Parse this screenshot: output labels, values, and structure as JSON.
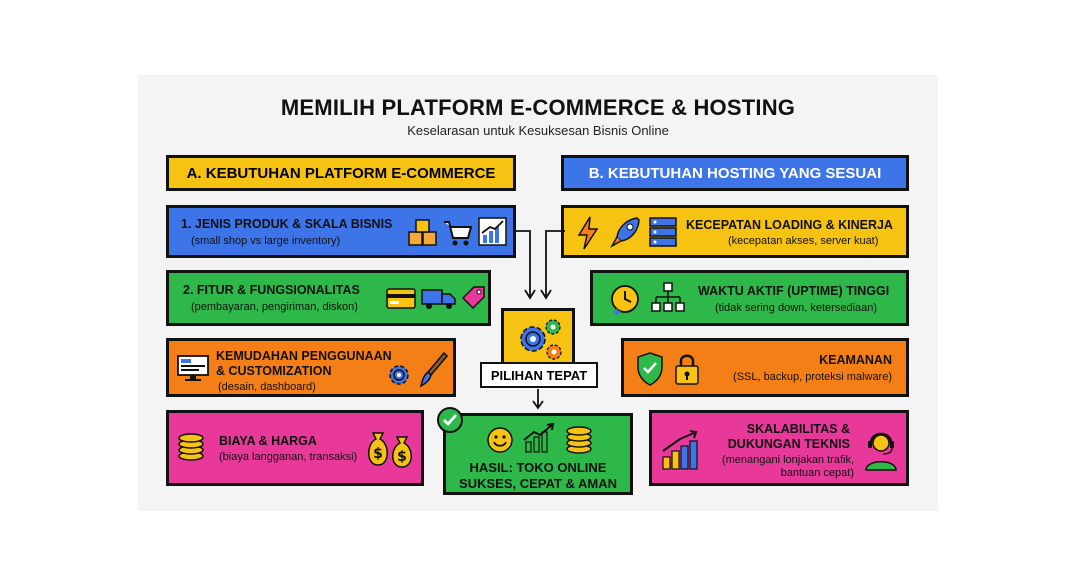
{
  "title": "MEMILIH PLATFORM E-COMMERCE & HOSTING",
  "subtitle": "Keselarasan untuk Kesuksesan Bisnis Online",
  "section_a": {
    "header": "A. KEBUTUHAN PLATFORM E-COMMERCE",
    "items": [
      {
        "title": "1. JENIS PRODUK & SKALA BISNIS",
        "desc": "(small shop vs large inventory)",
        "icons": [
          "boxes-icon",
          "cart-icon",
          "growth-chart-icon"
        ]
      },
      {
        "title": "2. FITUR & FUNGSIONALITAS",
        "desc": "(pembayaran, pengiriman, diskon)",
        "icons": [
          "credit-card-icon",
          "delivery-truck-icon",
          "price-tag-icon"
        ]
      },
      {
        "title": "KEMUDAHAN PENGGUNAAN & CUSTOMIZATION",
        "title_line1": "KEMUDAHAN PENGGUNAAN",
        "title_line2": "& CUSTOMIZATION",
        "desc": "(desain, dashboard)",
        "icons": [
          "monitor-icon",
          "gear-icon",
          "paintbrush-icon"
        ]
      },
      {
        "title": "BIAYA & HARGA",
        "desc": "(biaya langganan, transaksi)",
        "icons": [
          "coins-icon",
          "money-bag-icon"
        ]
      }
    ]
  },
  "section_b": {
    "header": "B. KEBUTUHAN HOSTING YANG SESUAI",
    "items": [
      {
        "title": "KECEPATAN LOADING & KINERJA",
        "desc": "(kecepatan akses, server kuat)",
        "icons": [
          "lightning-icon",
          "rocket-icon",
          "server-icon"
        ]
      },
      {
        "title": "WAKTU AKTIF (UPTIME) TINGGI",
        "desc": "(tidak sering down, ketersediaan)",
        "icons": [
          "clock-icon",
          "network-icon"
        ]
      },
      {
        "title": "KEAMANAN",
        "desc": "(SSL, backup, proteksi malware)",
        "icons": [
          "shield-check-icon",
          "padlock-icon"
        ]
      },
      {
        "title": "SKALABILITAS & DUKUNGAN TEKNIS",
        "title_line1": "SKALABILITAS &",
        "title_line2": "DUKUNGAN TEKNIS",
        "desc": "(menangani lonjakan trafik, bantuan cepat)",
        "desc_line1": "(menangani lonjakan trafik,",
        "desc_line2": "bantuan cepat)",
        "icons": [
          "bar-chart-icon",
          "support-agent-icon"
        ]
      }
    ]
  },
  "center": {
    "choice_label": "PILIHAN TEPAT",
    "result_title": "HASIL: TOKO ONLINE SUKSES, CEPAT & AMAN",
    "result_line1": "HASIL: TOKO ONLINE",
    "result_line2": "SUKSES, CEPAT & AMAN",
    "icons": [
      "gears-icon",
      "smiley-icon",
      "growth-chart-icon",
      "coin-stack-icon",
      "checkmark-icon"
    ]
  },
  "colors": {
    "yellow": "#f6c313",
    "blue": "#3d74e8",
    "green": "#2fb84a",
    "orange": "#f57f17",
    "pink": "#e8399a"
  }
}
